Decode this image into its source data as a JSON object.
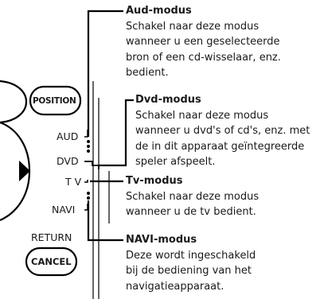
{
  "device": {
    "buttons": {
      "position": "POSITION",
      "cancel": "CANCEL",
      "return": "RETURN"
    },
    "switch_labels": [
      "AUD",
      "DVD",
      "T V",
      "NAVI"
    ]
  },
  "callouts": [
    {
      "title": "Aud-modus",
      "lines": [
        "Schakel naar deze modus",
        "wanneer u een geselecteerde",
        "bron of een cd-wisselaar, enz.",
        "bedient."
      ]
    },
    {
      "title": "Dvd-modus",
      "lines": [
        "Schakel naar deze modus",
        "wanneer u dvd's of cd's, enz. met",
        "de in dit apparaat geïntegreerde",
        "speler afspeelt."
      ]
    },
    {
      "title": "Tv-modus",
      "lines": [
        "Schakel naar deze modus",
        "wanneer u de tv bedient."
      ]
    },
    {
      "title": "NAVI-modus",
      "lines": [
        "Deze wordt ingeschakeld",
        "bij de bediening van het",
        "navigatieapparaat."
      ]
    }
  ]
}
